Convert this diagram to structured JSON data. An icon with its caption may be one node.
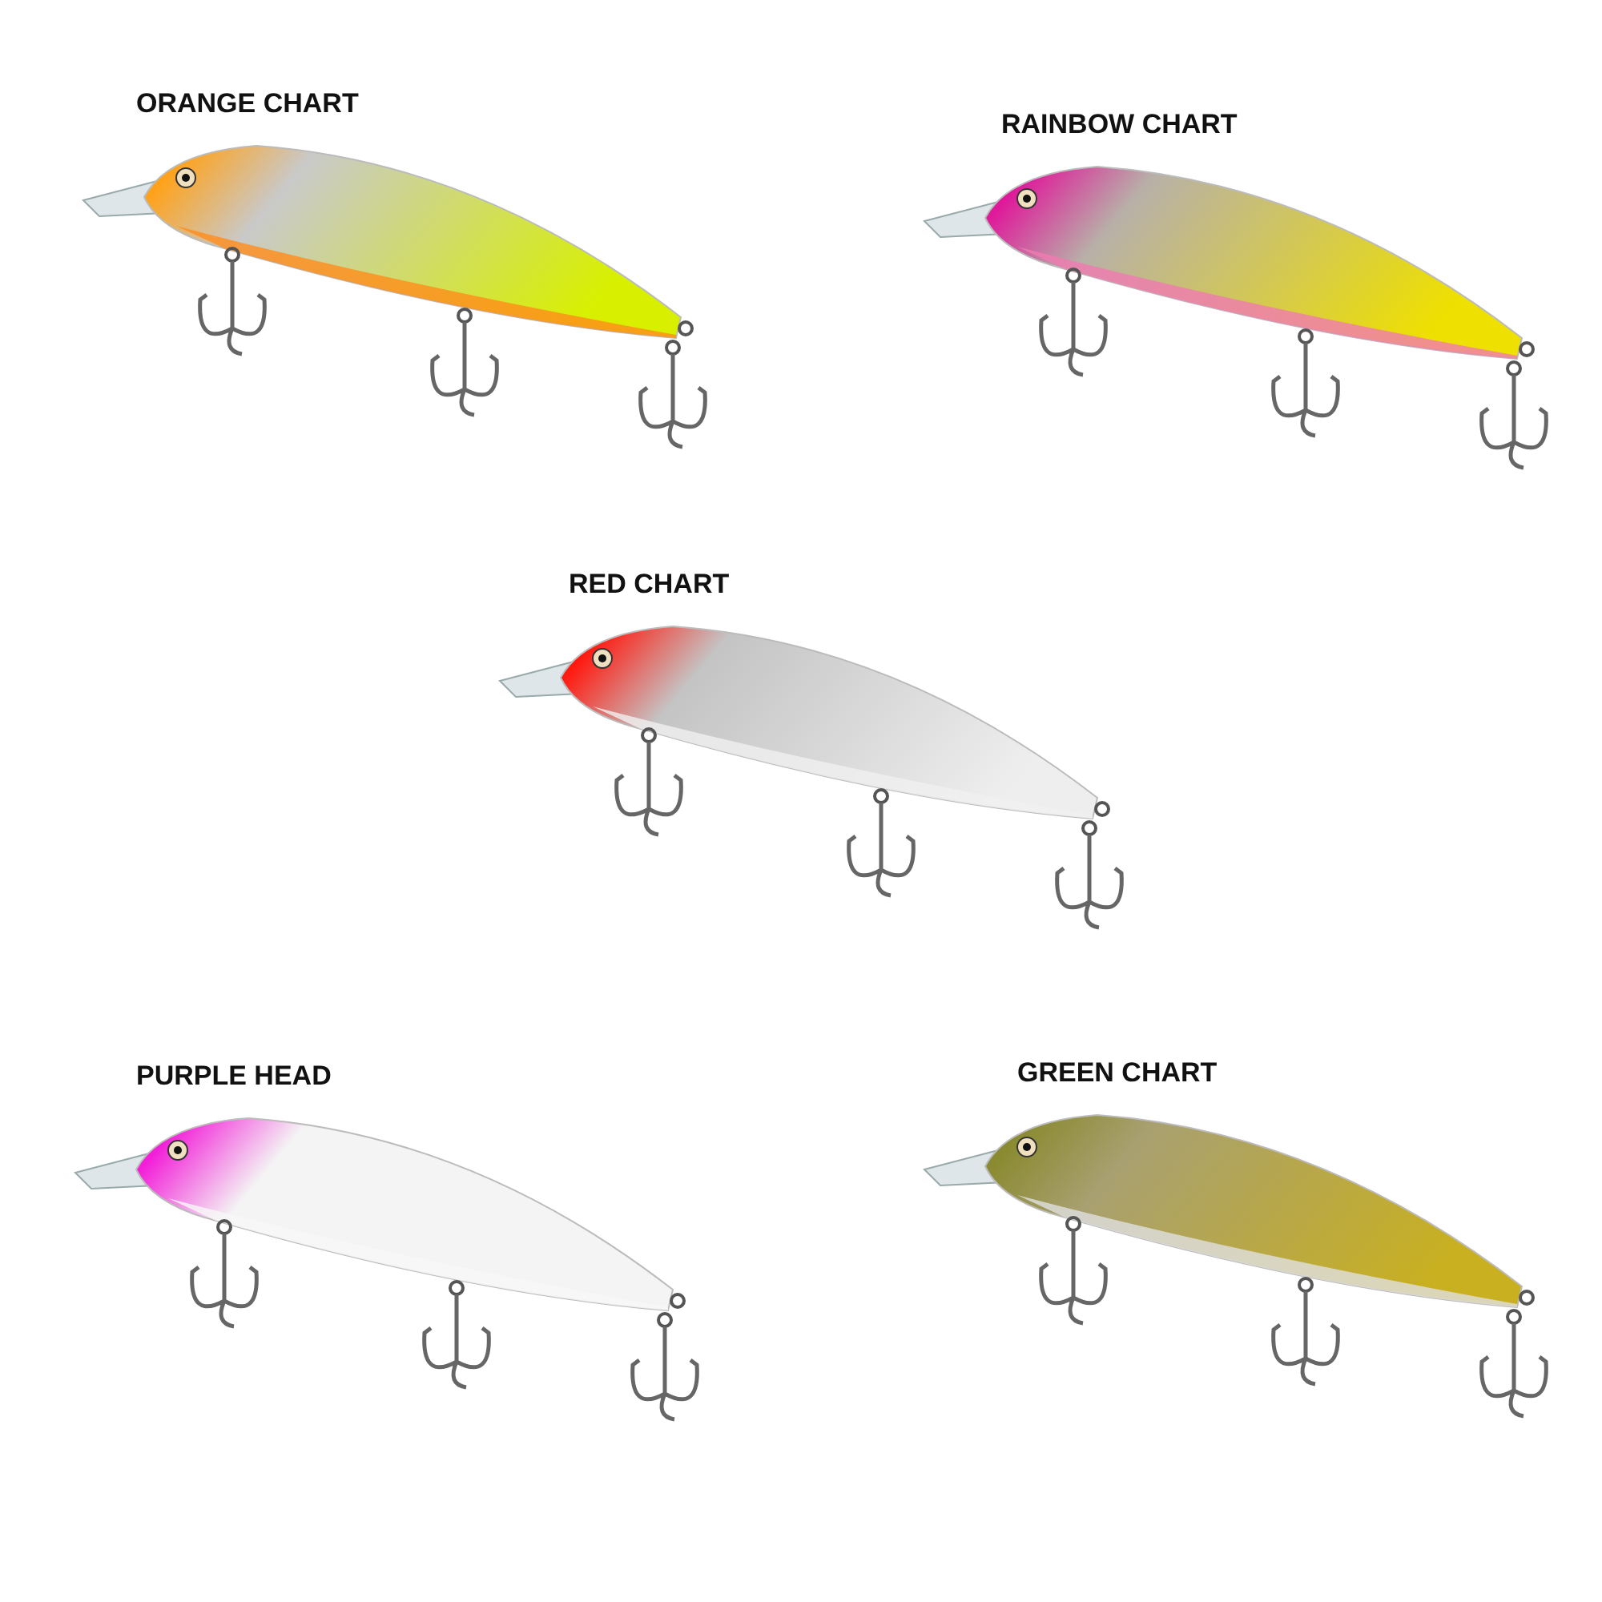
{
  "diagram": {
    "nodes": [
      {
        "text": [
          "ORANGE CHART"
        ]
      },
      {
        "text": [
          "RAINBOW CHART"
        ]
      },
      {
        "text": [
          "RED CHART"
        ]
      },
      {
        "text": [
          "PURPLE HEAD"
        ]
      },
      {
        "text": [
          "GREEN CHART"
        ]
      }
    ]
  }
}
